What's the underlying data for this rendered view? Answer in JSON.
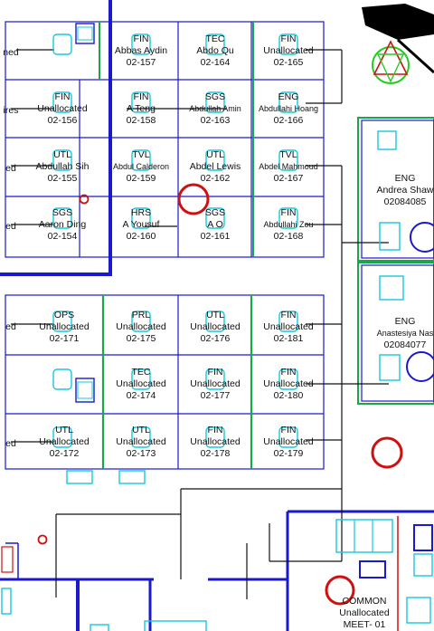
{
  "floor_plan": {
    "colors": {
      "wall": "#1a1acc",
      "wall_inner": "#3333dd",
      "partition": "#1aa64a",
      "chair": "#16c8e0",
      "wiring": "#111111",
      "marker": "#d01010",
      "block": "#000000"
    },
    "desks": [
      {
        "id": "d-a1",
        "dept": "",
        "name": "ned",
        "number": ""
      },
      {
        "id": "d-a2",
        "dept": "FIN",
        "name": "Abbas Aydin",
        "number": "02-157"
      },
      {
        "id": "d-a3",
        "dept": "TEC",
        "name": "Abdo Qu",
        "number": "02-164"
      },
      {
        "id": "d-a4",
        "dept": "FIN",
        "name": "Unallocated",
        "number": "02-165"
      },
      {
        "id": "d-b1",
        "dept": "",
        "name": "ires",
        "number": ""
      },
      {
        "id": "d-b2",
        "dept": "FIN",
        "name": "Unallocated",
        "number": "02-156"
      },
      {
        "id": "d-b3",
        "dept": "FIN",
        "name": "A Teng",
        "number": "02-158"
      },
      {
        "id": "d-b4",
        "dept": "SGS",
        "name": "Abdullah Amin",
        "number": "02-163"
      },
      {
        "id": "d-b5",
        "dept": "ENG",
        "name": "Abdullahi Hoang",
        "number": "02-166"
      },
      {
        "id": "d-c1",
        "dept": "",
        "name": "ed",
        "number": ""
      },
      {
        "id": "d-c2",
        "dept": "UTL",
        "name": "Abdullah Sih",
        "number": "02-155"
      },
      {
        "id": "d-c3",
        "dept": "TVL",
        "name": "Abdul Calderon",
        "number": "02-159"
      },
      {
        "id": "d-c4",
        "dept": "UTL",
        "name": "Abdel Lewis",
        "number": "02-162"
      },
      {
        "id": "d-c5",
        "dept": "TVL",
        "name": "Abdel Mahmoud",
        "number": "02-167"
      },
      {
        "id": "d-d1",
        "dept": "",
        "name": "ed",
        "number": ""
      },
      {
        "id": "d-d2",
        "dept": "SGS",
        "name": "Aaron Ding",
        "number": "02-154"
      },
      {
        "id": "d-d3",
        "dept": "HRS",
        "name": "A Yousuf",
        "number": "02-160"
      },
      {
        "id": "d-d4",
        "dept": "SGS",
        "name": "A O",
        "number": "02-161"
      },
      {
        "id": "d-d5",
        "dept": "FIN",
        "name": "Abdullahi Zou",
        "number": "02-168"
      },
      {
        "id": "d-e1",
        "dept": "",
        "name": "ed",
        "number": ""
      },
      {
        "id": "d-e2",
        "dept": "OPS",
        "name": "Unallocated",
        "number": "02-171"
      },
      {
        "id": "d-e3",
        "dept": "PRL",
        "name": "Unallocated",
        "number": "02-175"
      },
      {
        "id": "d-e4",
        "dept": "UTL",
        "name": "Unallocated",
        "number": "02-176"
      },
      {
        "id": "d-e5",
        "dept": "FIN",
        "name": "Unallocated",
        "number": "02-181"
      },
      {
        "id": "d-f3",
        "dept": "TEC",
        "name": "Unallocated",
        "number": "02-174"
      },
      {
        "id": "d-f4",
        "dept": "FIN",
        "name": "Unallocated",
        "number": "02-177"
      },
      {
        "id": "d-f5",
        "dept": "FIN",
        "name": "Unallocated",
        "number": "02-180"
      },
      {
        "id": "d-g1",
        "dept": "",
        "name": "ed",
        "number": ""
      },
      {
        "id": "d-g2",
        "dept": "UTL",
        "name": "Unallocated",
        "number": "02-172"
      },
      {
        "id": "d-g3",
        "dept": "UTL",
        "name": "Unallocated",
        "number": "02-173"
      },
      {
        "id": "d-g4",
        "dept": "FIN",
        "name": "Unallocated",
        "number": "02-178"
      },
      {
        "id": "d-g5",
        "dept": "FIN",
        "name": "Unallocated",
        "number": "02-179"
      }
    ],
    "offices": [
      {
        "id": "o-1",
        "dept": "ENG",
        "name": "Andrea Shaw",
        "number": "02084085"
      },
      {
        "id": "o-2",
        "dept": "ENG",
        "name": "Anastesiya Nas",
        "number": "02084077"
      }
    ],
    "meeting_room": {
      "dept": "COMMON",
      "name": "Unallocated",
      "number": "MEET- 01"
    }
  }
}
